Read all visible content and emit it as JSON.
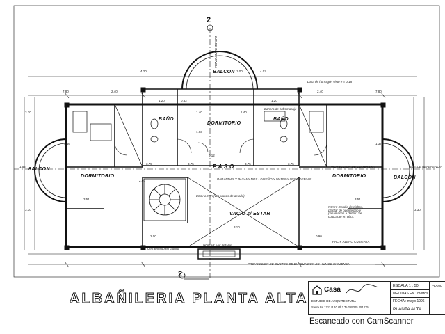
{
  "title": "ALBAÑILERIA  PLANTA ALTA",
  "section_marks": {
    "top": "2",
    "bottom": "2"
  },
  "axis_reference": "EJE DE REFERENCIA",
  "rooms": {
    "balcon_top": "BALCON",
    "balcon_left": "BALCON",
    "balcon_right": "BALCON",
    "bano_left": "BAÑO",
    "bano_right": "BAÑO",
    "dormitorio_center": "DORMITORIO",
    "dormitorio_left": "DORMITORIO",
    "dormitorio_right": "DORMITORIO",
    "paso": "P A S O",
    "vacio": "VACIO s/ ESTAR",
    "hogar": "HOGAR (ver detalle)"
  },
  "notes": {
    "losa": "Losa de hormigón visto e = 0.18",
    "banera": "Banera de hidromasaje",
    "escalera": "ESCALERA (ver planos de detalle)",
    "barandas": "BARANDAS Y PASAMANOS - DISEÑO Y MATERIALES A DEFINIR",
    "cumbrera": "PROYECCION DE CUMBRERA",
    "cerramiento": "Cerramiento en ladrillo",
    "ductos": "PROYECCION DE DUCTOS DE EVACUACION DE HUMOS CHIMENEA",
    "alero": "PROY. ALERO CUBIERTA",
    "nota": "NOTA: Detalle de nichos, plantar de puente tipo y pasamanos a definir. Se colocaran en obra."
  },
  "dimensions": [
    "7.80",
    "2.40",
    "3.75",
    "3.75",
    "3.75",
    "3.75",
    "1.52",
    "3.20",
    "3.10",
    "2.40",
    "7.80",
    "3.30",
    "3.30",
    "1.20",
    "0.62",
    "1.20",
    "4.20",
    "1.00",
    "1.40",
    "1.63",
    "1.40",
    "2.60",
    "3.51",
    "3.51",
    "1.46",
    "1.37",
    "0.12",
    "4.02",
    "2.00",
    "0.90"
  ],
  "title_block": {
    "brand": "Casa",
    "studio": "ESTUDIO DE ARQUITECTURA",
    "address": "Santa Fe 1211 P 10 Of 2 Te 255305 251275",
    "escala": "ESCALA  1 : 50",
    "medidas": "MEDIDAS EN :  metros",
    "fecha": "FECHA :  mayo 1996",
    "sheet_name": "PLANTA ALTA",
    "plano_label": "PLANO"
  },
  "watermark": "Escaneado con CamScanner",
  "colors": {
    "ink": "#111111",
    "paper": "#ffffff"
  }
}
